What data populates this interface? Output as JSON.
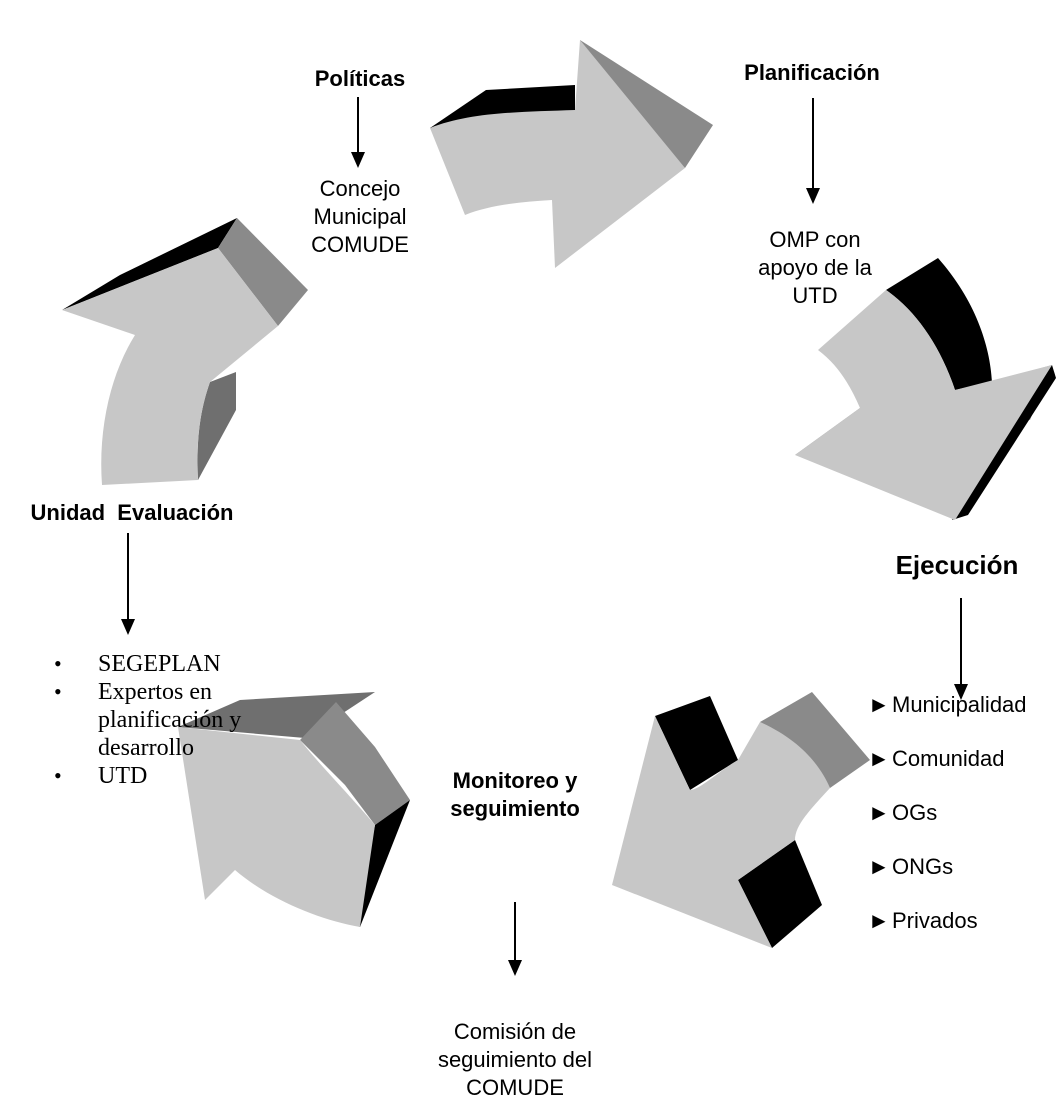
{
  "stages": {
    "politicas": {
      "title": "Políticas",
      "actor_lines": [
        "Concejo",
        "Municipal",
        "COMUDE"
      ]
    },
    "planificacion": {
      "title": "Planificación",
      "actor_lines": [
        "OMP con",
        "apoyo de la",
        "UTD"
      ]
    },
    "ejecucion": {
      "title": "Ejecución",
      "actors": [
        "Municipalidad",
        "Comunidad",
        "OGs",
        "ONGs",
        "Privados"
      ],
      "bullet_glyph": "►"
    },
    "monitoreo": {
      "title_lines": [
        "Monitoreo y",
        "seguimiento"
      ],
      "actor_lines": [
        "Comisión de",
        "seguimiento del",
        "COMUDE"
      ]
    },
    "evaluacion": {
      "title": "Unidad  Evaluación",
      "actors": [
        "SEGEPLAN",
        "Expertos en planificación y desarrollo",
        "UTD"
      ],
      "bullet_glyph": "•"
    }
  },
  "colors": {
    "arrow_face": "#c7c7c7",
    "arrow_side": "#8a8a8a",
    "arrow_dark": "#000000"
  }
}
